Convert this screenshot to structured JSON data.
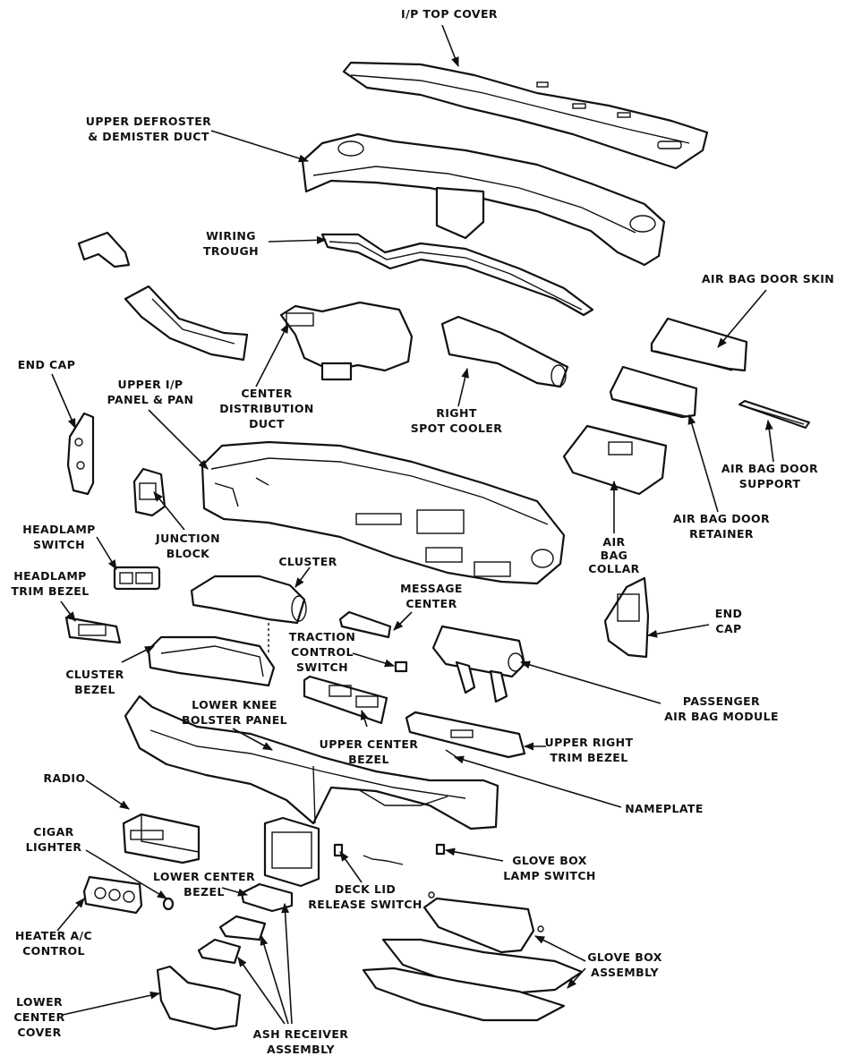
{
  "labels": {
    "ip_top_cover": [
      "I/P TOP COVER"
    ],
    "upper_defroster": [
      "UPPER DEFROSTER",
      "& DEMISTER DUCT"
    ],
    "wiring_trough": [
      "WIRING",
      "TROUGH"
    ],
    "air_bag_door_skin": [
      "AIR BAG DOOR SKIN"
    ],
    "end_cap_left": [
      "END CAP"
    ],
    "upper_ip_panel": [
      "UPPER I/P",
      "PANEL & PAN"
    ],
    "center_distribution_duct": [
      "CENTER",
      "DISTRIBUTION",
      "DUCT"
    ],
    "right_spot_cooler": [
      "RIGHT",
      "SPOT COOLER"
    ],
    "air_bag_door_support": [
      "AIR BAG DOOR",
      "SUPPORT"
    ],
    "headlamp_switch": [
      "HEADLAMP",
      "SWITCH"
    ],
    "junction_block": [
      "JUNCTION",
      "BLOCK"
    ],
    "air_bag_door_retainer": [
      "AIR BAG DOOR",
      "RETAINER"
    ],
    "air_bag_collar": [
      "AIR",
      "BAG",
      "COLLAR"
    ],
    "headlamp_trim_bezel": [
      "HEADLAMP",
      "TRIM BEZEL"
    ],
    "cluster": [
      "CLUSTER"
    ],
    "message_center": [
      "MESSAGE",
      "CENTER"
    ],
    "end_cap_right": [
      "END",
      "CAP"
    ],
    "traction_control_switch": [
      "TRACTION",
      "CONTROL",
      "SWITCH"
    ],
    "cluster_bezel": [
      "CLUSTER",
      "BEZEL"
    ],
    "passenger_air_bag_module": [
      "PASSENGER",
      "AIR BAG MODULE"
    ],
    "lower_knee_bolster_panel": [
      "LOWER KNEE",
      "BOLSTER PANEL"
    ],
    "upper_center_bezel": [
      "UPPER CENTER",
      "BEZEL"
    ],
    "upper_right_trim_bezel": [
      "UPPER RIGHT",
      "TRIM BEZEL"
    ],
    "radio": [
      "RADIO"
    ],
    "nameplate": [
      "NAMEPLATE"
    ],
    "cigar_lighter": [
      "CIGAR",
      "LIGHTER"
    ],
    "glove_box_lamp_switch": [
      "GLOVE BOX",
      "LAMP SWITCH"
    ],
    "lower_center_bezel": [
      "LOWER CENTER",
      "BEZEL"
    ],
    "deck_lid_release_switch": [
      "DECK LID",
      "RELEASE SWITCH"
    ],
    "heater_ac_control": [
      "HEATER A/C",
      "CONTROL"
    ],
    "glove_box_assembly": [
      "GLOVE BOX",
      "ASSEMBLY"
    ],
    "lower_center_cover": [
      "LOWER",
      "CENTER",
      "COVER"
    ],
    "ash_receiver_assembly": [
      "ASH RECEIVER",
      "ASSEMBLY"
    ]
  }
}
